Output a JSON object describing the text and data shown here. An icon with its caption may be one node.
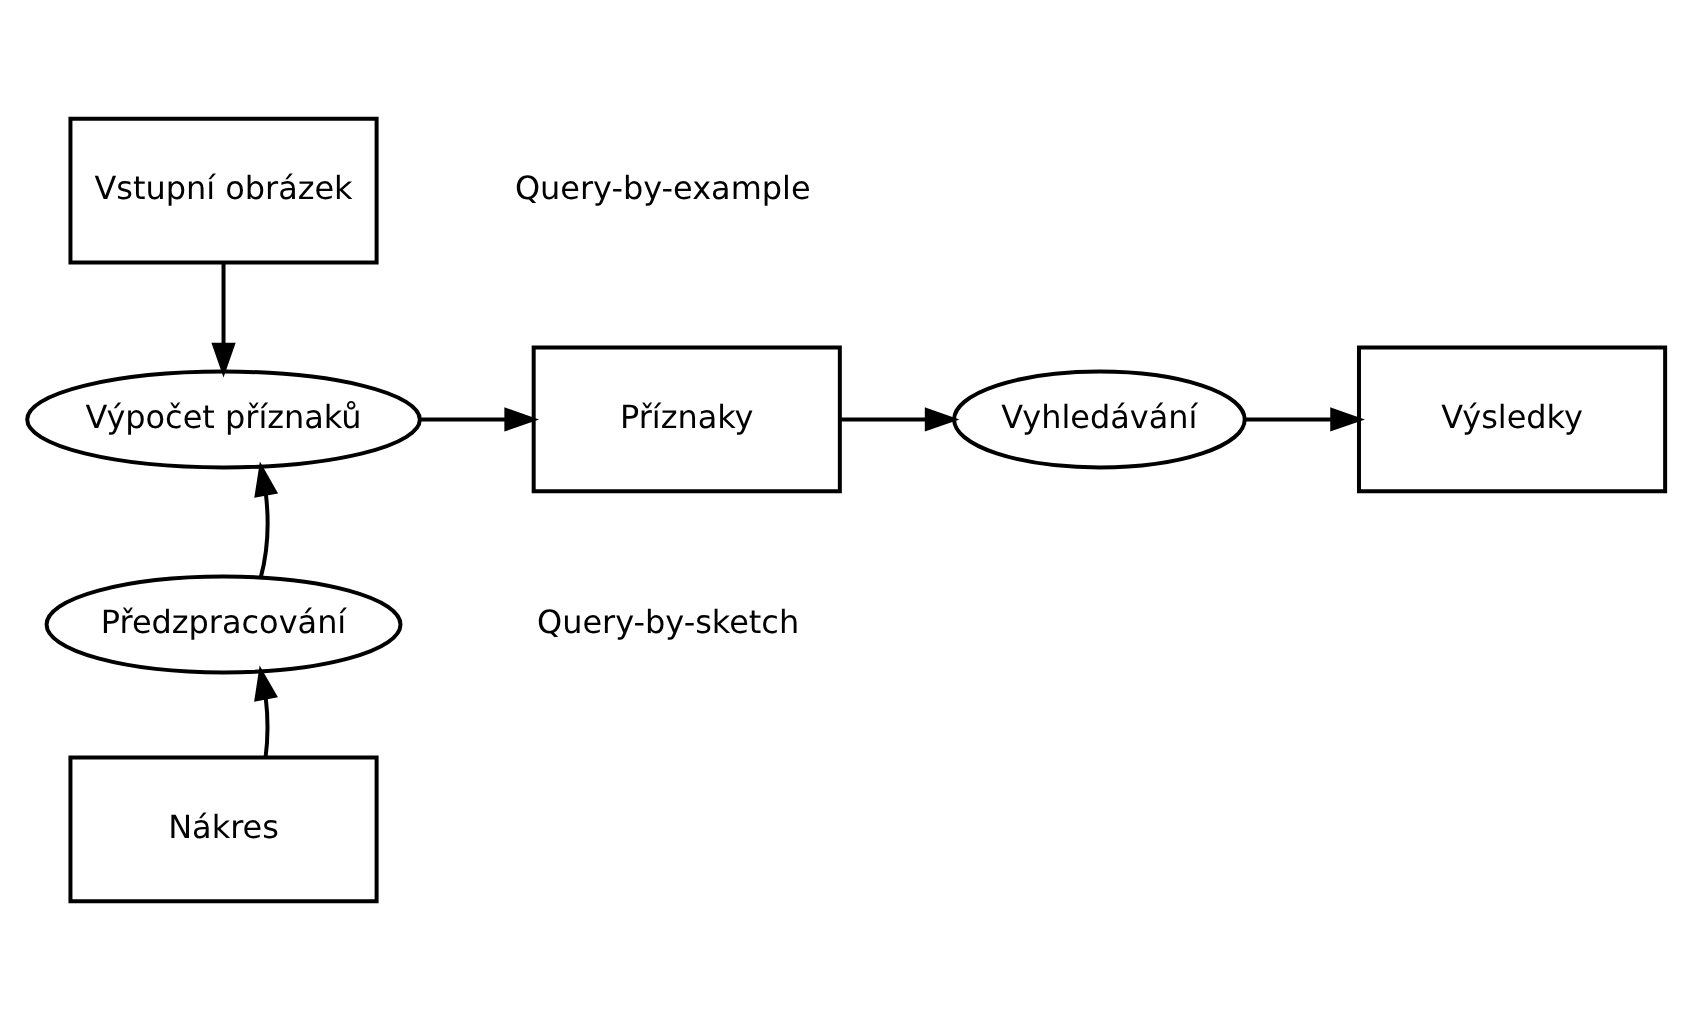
{
  "diagram": {
    "nodes": [
      {
        "text": [
          "Vstupní obrázek"
        ]
      },
      {
        "text": [
          "Výpočet příznaků"
        ]
      },
      {
        "text": [
          "Příznaky"
        ]
      },
      {
        "text": [
          "Vyhledávání"
        ]
      },
      {
        "text": [
          "Výsledky"
        ]
      },
      {
        "text": [
          "Předzpracování"
        ]
      },
      {
        "text": [
          "Nákres"
        ]
      }
    ],
    "edges": [
      {
        "from": 0,
        "to": 1,
        "arrow": "to"
      },
      {
        "from": 1,
        "to": 2,
        "arrow": "to"
      },
      {
        "from": 2,
        "to": 3,
        "arrow": "to"
      },
      {
        "from": 3,
        "to": 4,
        "arrow": "to"
      },
      {
        "from": 5,
        "to": 1,
        "arrow": "to"
      },
      {
        "from": 6,
        "to": 5,
        "arrow": "to"
      }
    ],
    "labels": [
      "Query-by-example",
      "Query-by-sketch"
    ]
  }
}
